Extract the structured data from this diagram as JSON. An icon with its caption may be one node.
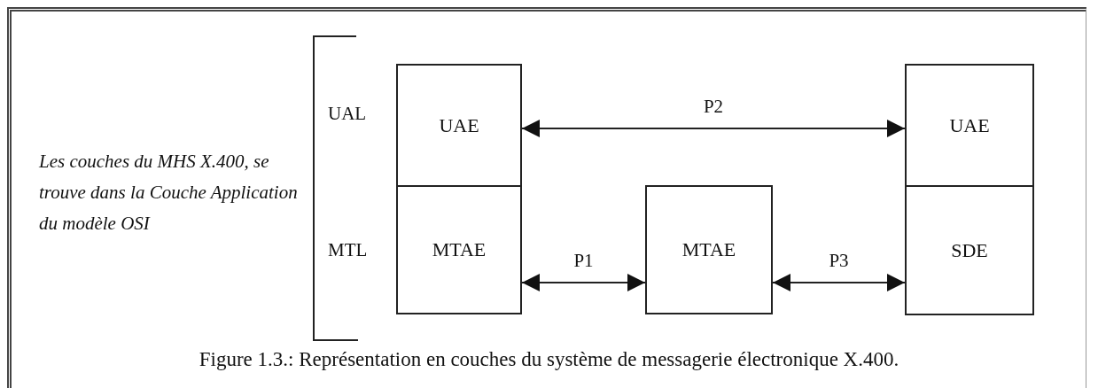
{
  "diagram": {
    "caption": "Figure 1.3.: Représentation en couches du système de messagerie électronique X.400.",
    "nodes": [
      {
        "text": [
          "UAE"
        ]
      },
      {
        "text": [
          "MTAE"
        ]
      },
      {
        "text": [
          "MTAE"
        ]
      },
      {
        "text": [
          "UAE"
        ]
      },
      {
        "text": [
          "SDE"
        ]
      }
    ],
    "edges": [
      {
        "from": 0,
        "to": 3,
        "arrow": "both",
        "label": "P2"
      },
      {
        "from": 1,
        "to": 2,
        "arrow": "both",
        "label": "P1"
      },
      {
        "from": 2,
        "to": 4,
        "arrow": "both",
        "label": "P3"
      }
    ],
    "labels": [
      "UAL",
      "MTL",
      "Les couches du MHS X.400, se trouve dans la Couche Application du modèle OSI"
    ]
  }
}
